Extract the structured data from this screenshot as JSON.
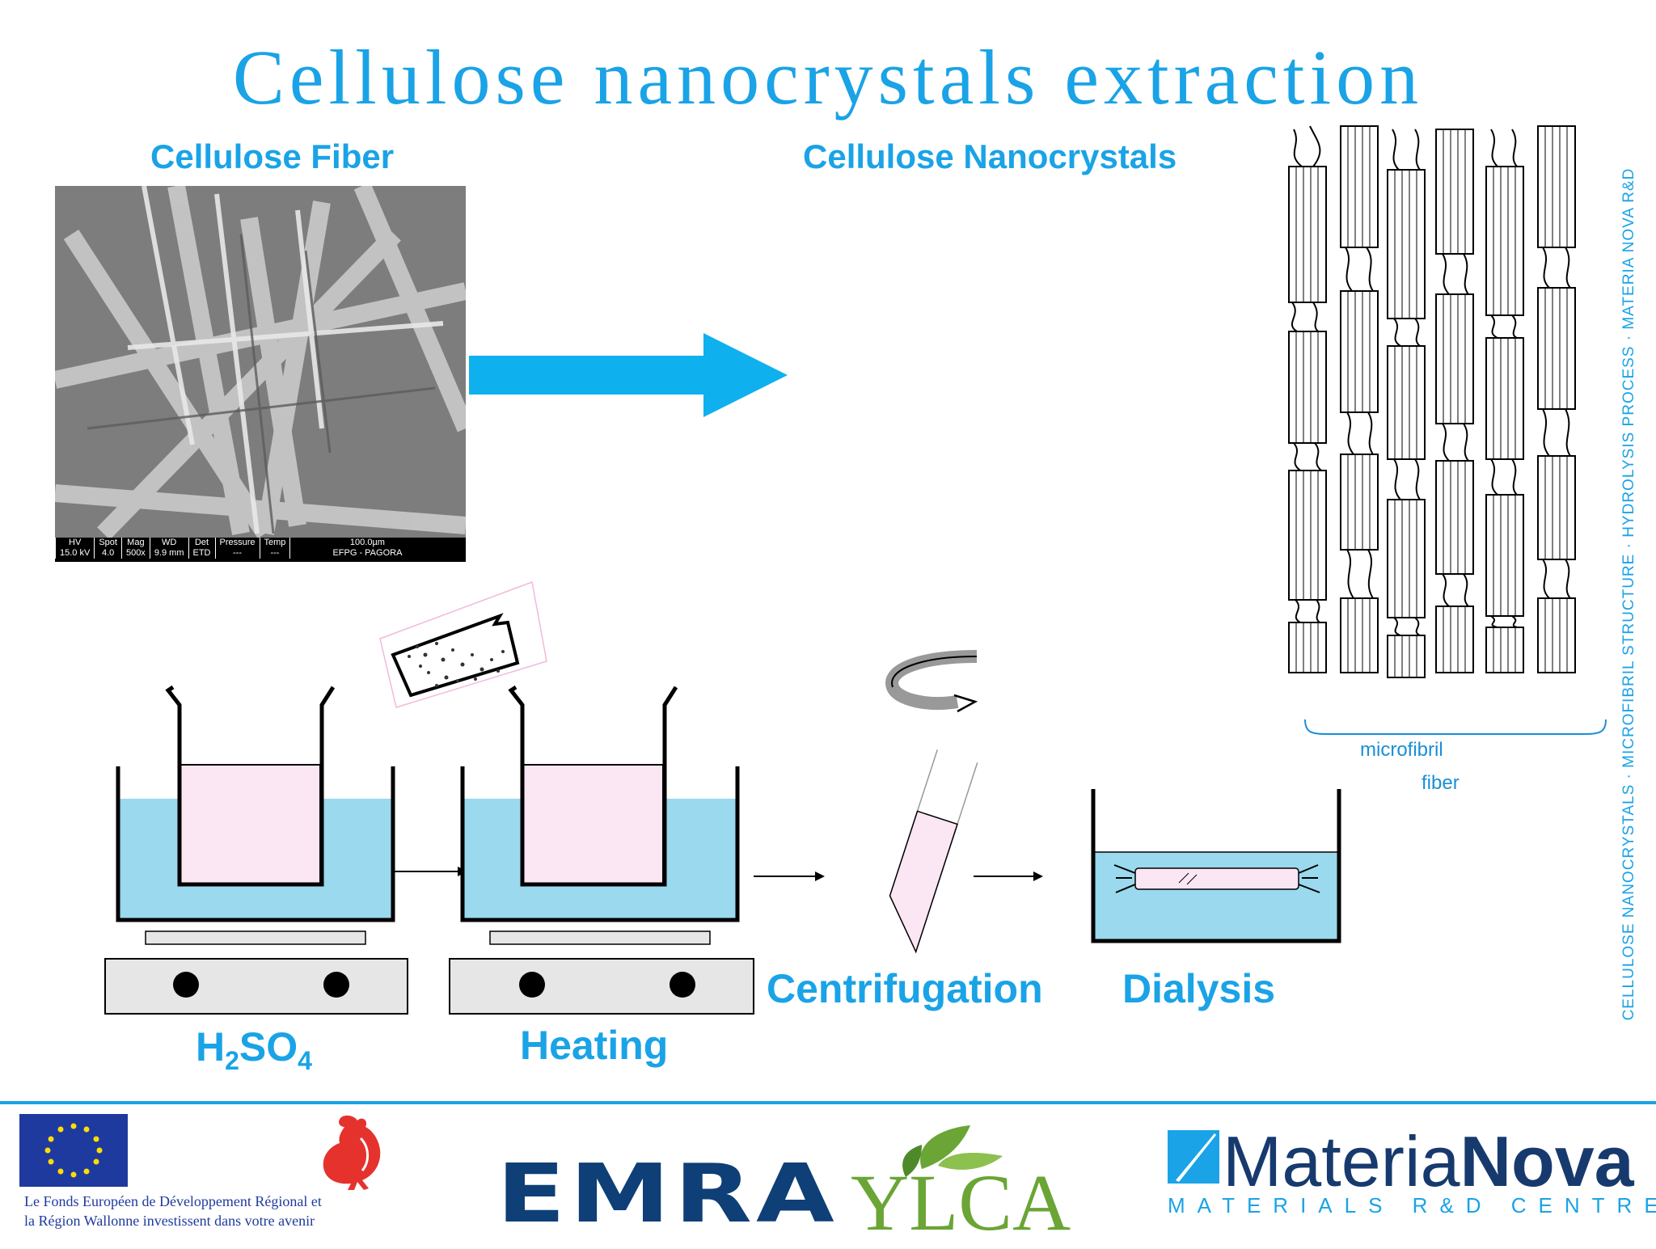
{
  "title": "Cellulose nanocrystals extraction",
  "labels": {
    "fiber": "Cellulose Fiber",
    "nanocrystals": "Cellulose Nanocrystals",
    "acid_main": "H",
    "acid_sub1": "2",
    "acid_mid": "SO",
    "acid_sub2": "4",
    "heating": "Heating",
    "centrifugation": "Centrifugation",
    "dialysis": "Dialysis",
    "microfibril": "microfibril",
    "fiber_small": "fiber"
  },
  "sem_info": {
    "headers": [
      "HV",
      "Spot",
      "Mag",
      "WD",
      "Det",
      "Pressure",
      "Temp",
      "100.0µm"
    ],
    "values": [
      "15.0 kV",
      "4.0",
      "500x",
      "9.9 mm",
      "ETD",
      "---",
      "---",
      "EFPG - PAGORA"
    ]
  },
  "side_text": "CELLULOSE NANOCRYSTALS · MICROFIBRIL STRUCTURE · HYDROLYSIS PROCESS · MATERIA NOVA R&D",
  "footer": {
    "funding_line1": "Le Fonds Européen de Développement Régional et",
    "funding_line2": "la Région Wallonne investissent dans votre avenir",
    "emra": "EMRA",
    "ylca": "YLCA",
    "materia": "Materia",
    "nova": "Nova",
    "materianova_sub": "MATERIALS R&D CENTRE"
  },
  "colors": {
    "accent": "#1aa3e6",
    "bath_water": "#9ad9ee",
    "solution": "#fbe6f4",
    "hotplate": "#e6e6e6",
    "navy": "#1f3a9e"
  },
  "icons": [
    "eu-flag-icon",
    "walloon-rooster-icon",
    "ylca-leaf-icon",
    "materianova-logo-icon",
    "rotation-arrow-icon"
  ]
}
